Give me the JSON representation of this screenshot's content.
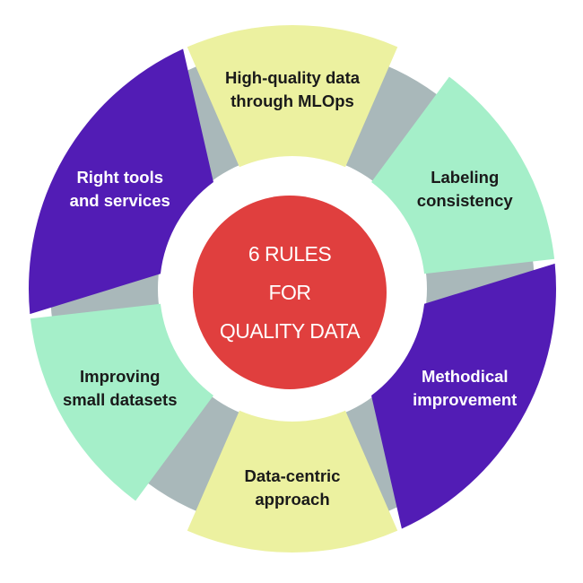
{
  "colors": {
    "gray_ring": "#a9b8ba",
    "yellow": "#ecf1a0",
    "mint": "#a5efc9",
    "purple": "#521cb5",
    "red": "#e03f3e",
    "dark_text": "#1a1a1a",
    "light_text": "#ffffff",
    "background": "#ffffff"
  },
  "center": {
    "lines": [
      "6 RULES",
      "FOR",
      "QUALITY DATA"
    ]
  },
  "segments": [
    {
      "id": "top",
      "lines": [
        "High-quality data",
        "through MLOps"
      ],
      "color": "yellow",
      "text_color": "dark_text"
    },
    {
      "id": "upper-right",
      "lines": [
        "Labeling",
        "consistency"
      ],
      "color": "mint",
      "text_color": "dark_text"
    },
    {
      "id": "lower-right",
      "lines": [
        "Methodical",
        "improvement"
      ],
      "color": "purple",
      "text_color": "light_text"
    },
    {
      "id": "bottom",
      "lines": [
        "Data-centric",
        "approach"
      ],
      "color": "yellow",
      "text_color": "dark_text"
    },
    {
      "id": "lower-left",
      "lines": [
        "Improving",
        "small datasets"
      ],
      "color": "mint",
      "text_color": "dark_text"
    },
    {
      "id": "upper-left",
      "lines": [
        "Right tools",
        "and services"
      ],
      "color": "purple",
      "text_color": "light_text"
    }
  ]
}
